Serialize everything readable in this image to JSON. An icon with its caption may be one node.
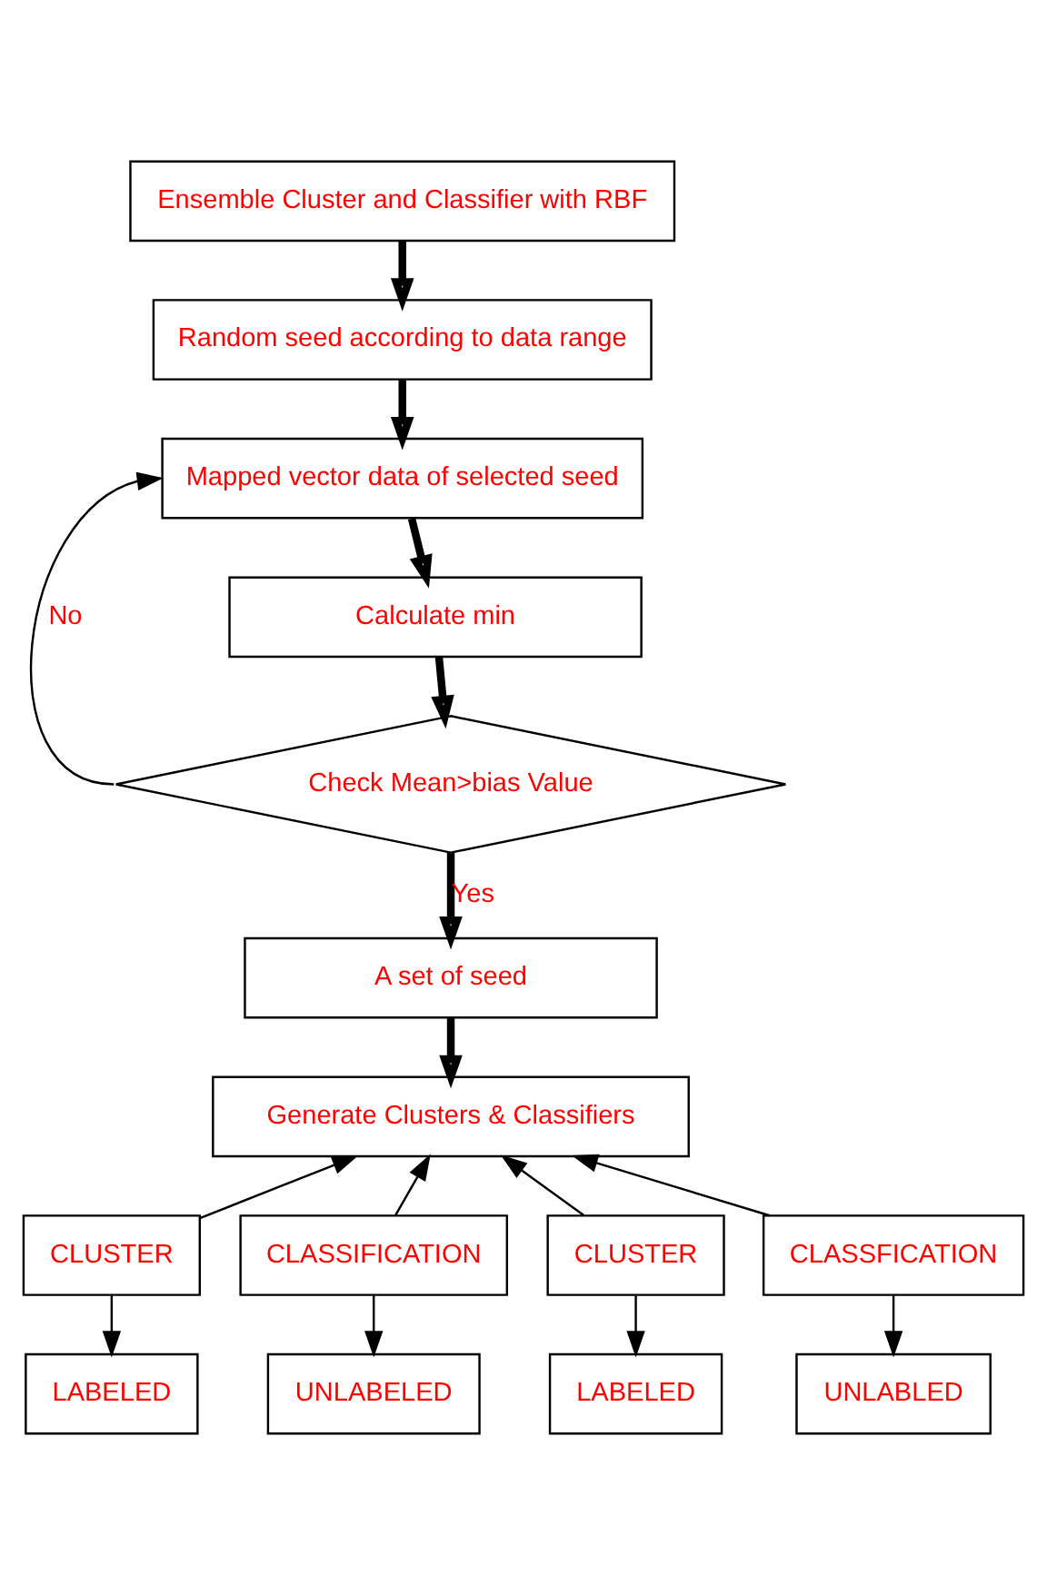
{
  "diagram": {
    "nodes": [
      {
        "text": [
          "Ensemble Cluster and Classifier with RBF"
        ]
      },
      {
        "text": [
          "Random seed according to data range"
        ]
      },
      {
        "text": [
          "Mapped vector data of selected seed"
        ]
      },
      {
        "text": [
          "Calculate min"
        ]
      },
      {
        "text": [
          "Check Mean>bias Value"
        ]
      },
      {
        "text": [
          "A set of seed"
        ]
      },
      {
        "text": [
          "Generate Clusters & Classifiers"
        ]
      },
      {
        "text": [
          "CLUSTER"
        ]
      },
      {
        "text": [
          "CLASSIFICATION"
        ]
      },
      {
        "text": [
          "CLUSTER"
        ]
      },
      {
        "text": [
          "CLASSFICATION"
        ]
      },
      {
        "text": [
          "LABELED"
        ]
      },
      {
        "text": [
          "UNLABELED"
        ]
      },
      {
        "text": [
          "LABELED"
        ]
      },
      {
        "text": [
          "UNLABLED"
        ]
      }
    ],
    "edges": [
      {
        "from": 0,
        "to": 1,
        "arrow": "to",
        "style": "thick"
      },
      {
        "from": 1,
        "to": 2,
        "arrow": "to",
        "style": "thick"
      },
      {
        "from": 2,
        "to": 3,
        "arrow": "to",
        "style": "thick"
      },
      {
        "from": 3,
        "to": 4,
        "arrow": "to",
        "style": "thick"
      },
      {
        "from": 4,
        "to": 2,
        "arrow": "to",
        "label": "No"
      },
      {
        "from": 4,
        "to": 5,
        "arrow": "to",
        "style": "thick",
        "label": "Yes"
      },
      {
        "from": 5,
        "to": 6,
        "arrow": "to",
        "style": "thick"
      },
      {
        "from": 7,
        "to": 6,
        "arrow": "to"
      },
      {
        "from": 8,
        "to": 6,
        "arrow": "to"
      },
      {
        "from": 9,
        "to": 6,
        "arrow": "to"
      },
      {
        "from": 10,
        "to": 6,
        "arrow": "to"
      },
      {
        "from": 7,
        "to": 11,
        "arrow": "to"
      },
      {
        "from": 8,
        "to": 12,
        "arrow": "to"
      },
      {
        "from": 9,
        "to": 13,
        "arrow": "to"
      },
      {
        "from": 10,
        "to": 14,
        "arrow": "to"
      }
    ]
  }
}
